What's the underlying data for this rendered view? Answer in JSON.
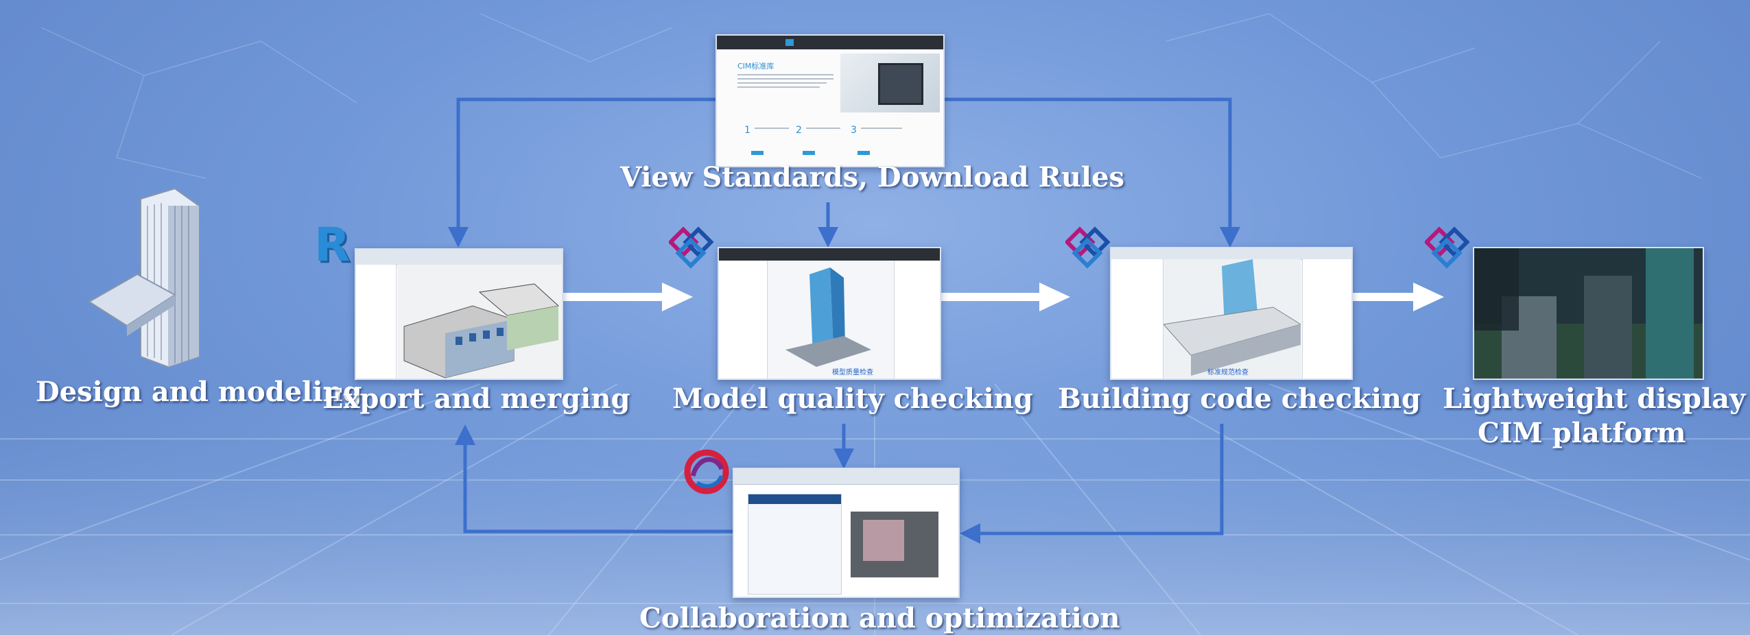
{
  "labels": {
    "design": "Design and modeling",
    "export": "Export and merging",
    "quality": "Model quality checking",
    "code": "Building code checking",
    "display_line1": "Lightweight display",
    "display_line2": "CIM platform",
    "standards": "View Standards, Download Rules",
    "collab": "Collaboration and optimization"
  },
  "standards_page": {
    "title": "CIM标准库",
    "steps": [
      "1",
      "2",
      "3"
    ]
  },
  "code_viewer": {
    "caption": "标准规范检查"
  },
  "quality_viewer": {
    "caption": "模型质量检查"
  },
  "colors": {
    "arrow_blue": "#3d6fcc",
    "arrow_white": "#ffffff",
    "ifc_magenta": "#b5197c",
    "ifc_blue": "#1b4fa8",
    "revit_blue": "#2a8bd6"
  }
}
